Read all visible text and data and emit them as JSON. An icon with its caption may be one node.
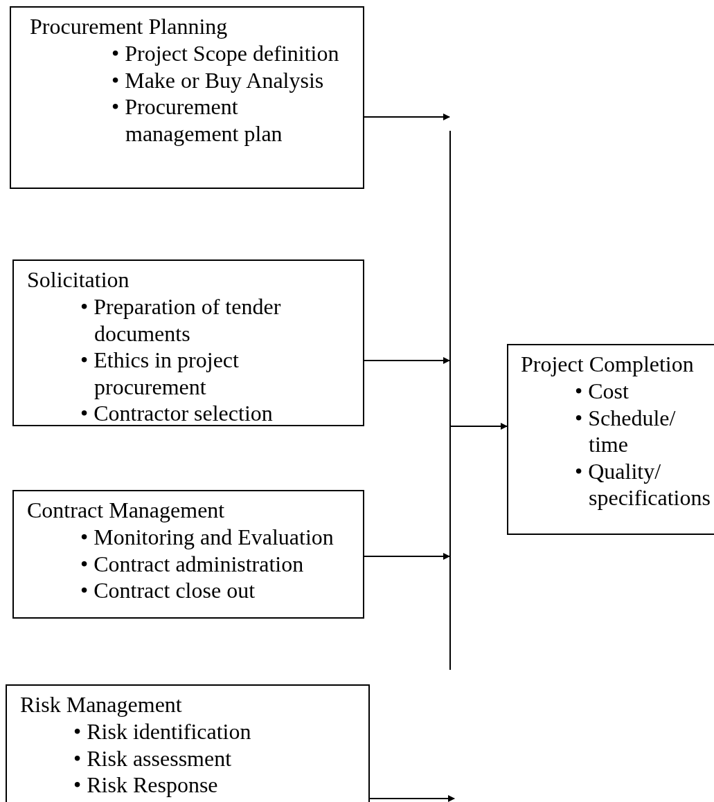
{
  "diagram": {
    "nodes": [
      {
        "text": [
          "Procurement Planning",
          "• Project Scope definition",
          "• Make or Buy Analysis",
          "• Procurement management plan"
        ]
      },
      {
        "text": [
          "Solicitation",
          "• Preparation of tender documents",
          "• Ethics in project procurement",
          "• Contractor selection"
        ]
      },
      {
        "text": [
          "Contract Management",
          "• Monitoring and Evaluation",
          "• Contract administration",
          "• Contract close out"
        ]
      },
      {
        "text": [
          "Risk Management",
          "• Risk identification",
          "• Risk assessment",
          "• Risk Response"
        ]
      },
      {
        "text": [
          "Project Completion",
          "• Cost",
          "• Schedule/ time",
          "• Quality/ specifications"
        ]
      },
      {
        "text": [],
        "shape": "bar"
      }
    ],
    "edges": [
      {
        "from": 0,
        "to": 5,
        "arrow": "to"
      },
      {
        "from": 1,
        "to": 5,
        "arrow": "to"
      },
      {
        "from": 2,
        "to": 5,
        "arrow": "to"
      },
      {
        "from": 3,
        "to": null,
        "arrow": "to"
      },
      {
        "from": 5,
        "to": 4,
        "arrow": "to"
      }
    ]
  }
}
